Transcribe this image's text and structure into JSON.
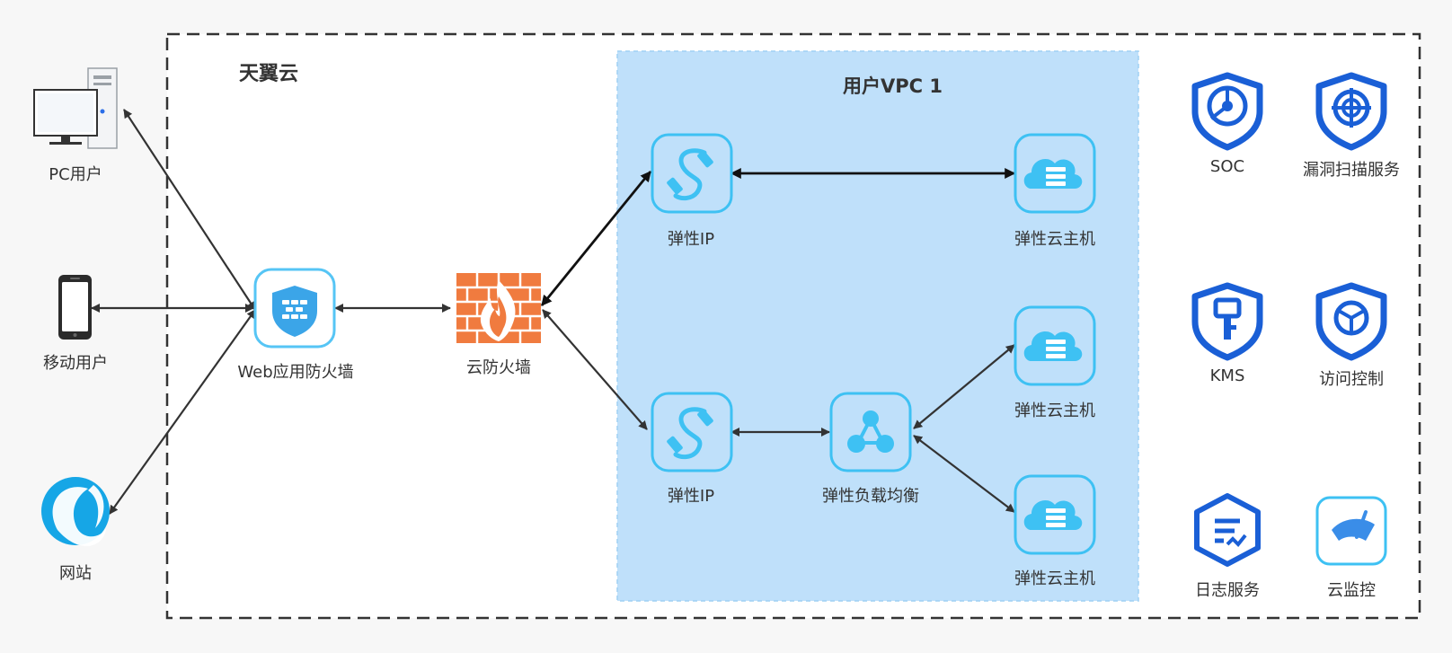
{
  "cloud": {
    "title": "天翼云"
  },
  "vpc": {
    "title": "用户VPC 1"
  },
  "users": {
    "pc": "PC用户",
    "mobile": "移动用户",
    "website": "网站"
  },
  "nodes": {
    "waf": "Web应用防火墙",
    "firewall": "云防火墙",
    "eip_top": "弹性IP",
    "eip_bottom": "弹性IP",
    "ecs_top": "弹性云主机",
    "ecs_mid": "弹性云主机",
    "ecs_bottom": "弹性云主机",
    "elb": "弹性负载均衡"
  },
  "services": {
    "soc": "SOC",
    "vuln_scan": "漏洞扫描服务",
    "kms": "KMS",
    "access_control": "访问控制",
    "log": "日志服务",
    "monitor": "云监控"
  },
  "colors": {
    "service_blue": "#1a5fd6",
    "node_cyan": "#3ec1f3",
    "vpc_fill": "#bfe0fa",
    "firewall_orange": "#f07b3f",
    "arrow": "#333333"
  }
}
